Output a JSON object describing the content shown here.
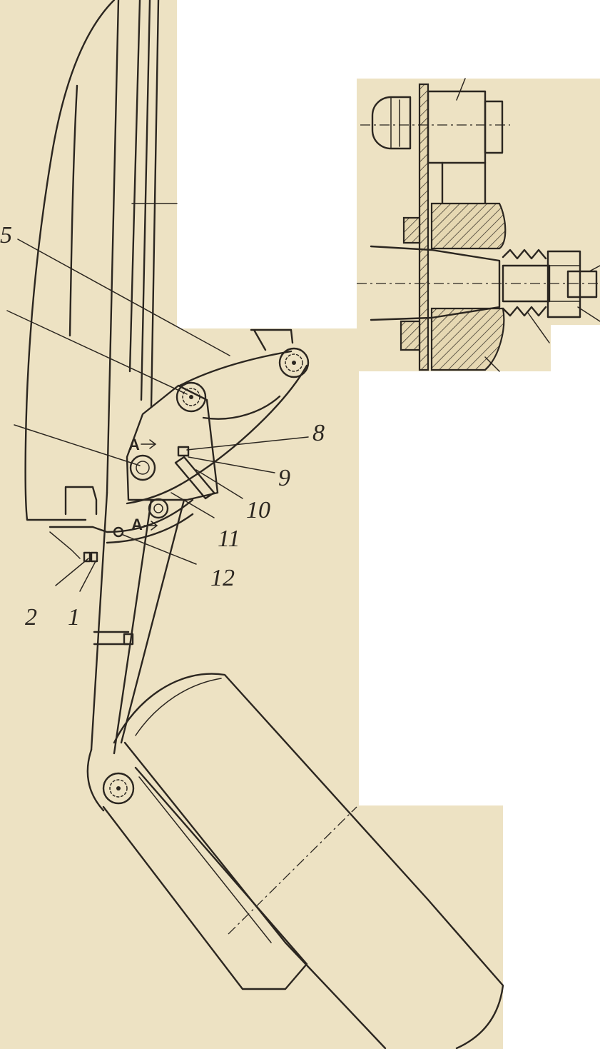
{
  "callouts": {
    "c1": "1",
    "c2": "2",
    "c5": "5",
    "c8": "8",
    "c9": "9",
    "c10": "10",
    "c11": "11",
    "c12": "12"
  },
  "section_marks": {
    "upper": "A",
    "lower": "A"
  },
  "colors": {
    "paper": "#ede2c3",
    "ink": "#2b2620",
    "background": "#ffffff"
  }
}
